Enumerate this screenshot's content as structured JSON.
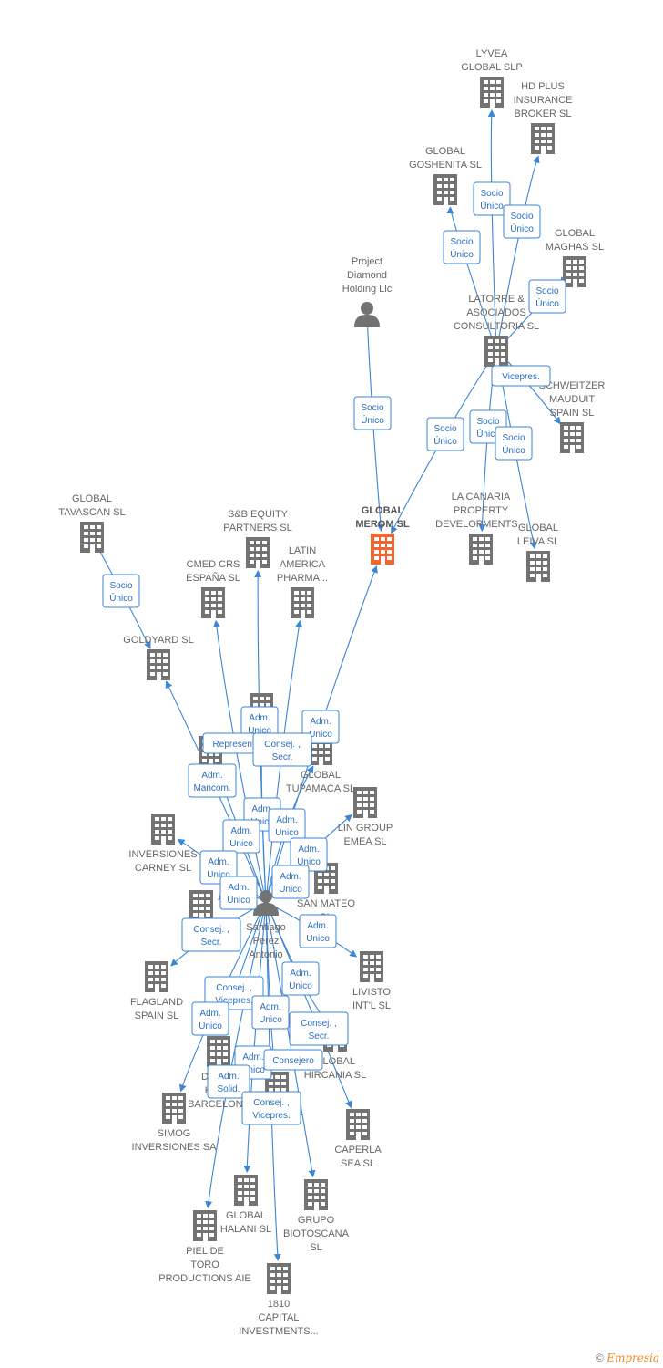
{
  "colors": {
    "node": "#737373",
    "focus": "#f26530",
    "edge": "#3b86d6",
    "edge_label": "#2a6fc0"
  },
  "footer": {
    "copyright": "©",
    "brand": "Empresia"
  },
  "nodes": [
    {
      "id": "lyvea",
      "type": "company",
      "lines": [
        "LYVEA",
        "GLOBAL  SLP"
      ]
    },
    {
      "id": "hdplus",
      "type": "company",
      "lines": [
        "HD PLUS",
        "INSURANCE",
        "BROKER  SL"
      ]
    },
    {
      "id": "goshenita",
      "type": "company",
      "lines": [
        "GLOBAL",
        "GOSHENITA SL"
      ]
    },
    {
      "id": "maghas",
      "type": "company",
      "lines": [
        "GLOBAL",
        "MAGHAS  SL"
      ]
    },
    {
      "id": "latorre",
      "type": "company",
      "lines": [
        "LATORRE &",
        "ASOCIADOS",
        "CONSULTORIA SL"
      ]
    },
    {
      "id": "schweitzer",
      "type": "company",
      "lines": [
        "SCHWEITZER",
        "MAUDUIT",
        "SPAIN SL"
      ]
    },
    {
      "id": "project",
      "type": "person",
      "lines": [
        "Project",
        "Diamond",
        "Holding Llc"
      ]
    },
    {
      "id": "merom",
      "type": "focus",
      "lines": [
        "GLOBAL",
        "MEROM  SL"
      ]
    },
    {
      "id": "canaria",
      "type": "company",
      "lines": [
        "LA CANARIA",
        "PROPERTY",
        "DEVELOPMENTS..."
      ]
    },
    {
      "id": "leiva",
      "type": "company",
      "lines": [
        "GLOBAL",
        "LEIVA  SL"
      ]
    },
    {
      "id": "tavascan",
      "type": "company",
      "lines": [
        "GLOBAL",
        "TAVASCAN  SL"
      ]
    },
    {
      "id": "sb",
      "type": "company",
      "lines": [
        "S&B EQUITY",
        "PARTNERS  SL"
      ]
    },
    {
      "id": "cmed",
      "type": "company",
      "lines": [
        "CMED CRS",
        "ESPAÑA  SL"
      ]
    },
    {
      "id": "latin",
      "type": "company",
      "lines": [
        "LATIN",
        "AMERICA",
        "PHARMA..."
      ]
    },
    {
      "id": "goldyard",
      "type": "company",
      "lines": [
        "GOLDYARD SL"
      ]
    },
    {
      "id": "n_hidden1",
      "type": "company",
      "lines": []
    },
    {
      "id": "n_hidden2",
      "type": "company",
      "lines": [
        "C"
      ]
    },
    {
      "id": "tupamaca",
      "type": "company",
      "lines": [
        "GLOBAL",
        "TUPAMACA SL"
      ]
    },
    {
      "id": "lingroup",
      "type": "company",
      "lines": [
        "LIN GROUP",
        "EMEA  SL"
      ]
    },
    {
      "id": "carney",
      "type": "company",
      "lines": [
        "INVERSIONES",
        "CARNEY  SL"
      ]
    },
    {
      "id": "sanmateo",
      "type": "company",
      "lines": [
        "SAN MATEO",
        "SL"
      ]
    },
    {
      "id": "cin",
      "type": "company",
      "lines": [
        "C",
        "CIN"
      ]
    },
    {
      "id": "santiago",
      "type": "person",
      "lines": [
        "Santiago",
        "Perez",
        "Antonio"
      ]
    },
    {
      "id": "livisto",
      "type": "company",
      "lines": [
        "LIVISTO",
        "INT'L  SL"
      ]
    },
    {
      "id": "flagland",
      "type": "company",
      "lines": [
        "FLAGLAND",
        "SPAIN SL"
      ]
    },
    {
      "id": "hotel",
      "type": "company",
      "lines": [
        "DESAR",
        "HOTE",
        "BARCELONA"
      ]
    },
    {
      "id": "hircania",
      "type": "company",
      "lines": [
        "GLOBAL",
        "HIRCANIA  SL"
      ]
    },
    {
      "id": "simog",
      "type": "company",
      "lines": [
        "SIMOG",
        "INVERSIONES SA"
      ]
    },
    {
      "id": "calima",
      "type": "company",
      "lines": [
        "CALIMA SL"
      ]
    },
    {
      "id": "caperla",
      "type": "company",
      "lines": [
        "CAPERLA",
        "SEA SL"
      ]
    },
    {
      "id": "halani",
      "type": "company",
      "lines": [
        "GLOBAL",
        "HALANI  SL"
      ]
    },
    {
      "id": "biotoscana",
      "type": "company",
      "lines": [
        "GRUPO",
        "BIOTOSCANA",
        "SL"
      ]
    },
    {
      "id": "pieldetoro",
      "type": "company",
      "lines": [
        "PIEL DE",
        "TORO",
        "PRODUCTIONS AIE"
      ]
    },
    {
      "id": "n1810",
      "type": "company",
      "lines": [
        "1810",
        "CAPITAL",
        "INVESTMENTS..."
      ]
    }
  ],
  "edges": [
    {
      "from": "latorre",
      "to": "lyvea",
      "lines": [
        "Socio",
        "Único"
      ]
    },
    {
      "from": "latorre",
      "to": "hdplus",
      "lines": [
        "Socio",
        "Único"
      ]
    },
    {
      "from": "latorre",
      "to": "goshenita",
      "lines": [
        "Socio",
        "Único"
      ]
    },
    {
      "from": "latorre",
      "to": "maghas",
      "lines": [
        "Socio",
        "Único"
      ]
    },
    {
      "from": "latorre",
      "to": "schweitzer",
      "lines": [
        "Vicepres."
      ]
    },
    {
      "from": "latorre",
      "to": "merom",
      "lines": [
        "Socio",
        "Único"
      ]
    },
    {
      "from": "latorre",
      "to": "canaria",
      "lines": [
        "Socio",
        "Único"
      ]
    },
    {
      "from": "latorre",
      "to": "leiva",
      "lines": [
        "Socio",
        "Único"
      ]
    },
    {
      "from": "project",
      "to": "merom",
      "lines": [
        "Socio",
        "Único"
      ]
    },
    {
      "from": "tavascan",
      "to": "goldyard",
      "lines": [
        "Socio",
        "Único"
      ]
    },
    {
      "from": "santiago",
      "to": "merom",
      "lines": [
        "Adm.",
        "Unico"
      ]
    },
    {
      "from": "santiago",
      "to": "sb",
      "lines": [
        "Adm.",
        "Unico"
      ]
    },
    {
      "from": "santiago",
      "to": "cmed",
      "lines": [
        "Represent."
      ]
    },
    {
      "from": "santiago",
      "to": "latin",
      "lines": [
        "Consej. ,",
        "Secr."
      ]
    },
    {
      "from": "santiago",
      "to": "goldyard",
      "lines": [
        "Adm.",
        "Mancom."
      ]
    },
    {
      "from": "santiago",
      "to": "n_hidden1",
      "lines": [
        "Adm.",
        "Unico"
      ]
    },
    {
      "from": "santiago",
      "to": "tupamaca",
      "lines": [
        "Adm.",
        "Unico"
      ]
    },
    {
      "from": "santiago",
      "to": "n_hidden2",
      "lines": [
        "Adm.",
        "Unico"
      ]
    },
    {
      "from": "santiago",
      "to": "lingroup",
      "lines": [
        "Adm.",
        "Unico"
      ]
    },
    {
      "from": "santiago",
      "to": "carney",
      "lines": [
        "Adm.",
        "Unico"
      ]
    },
    {
      "from": "santiago",
      "to": "sanmateo",
      "lines": [
        "Adm.",
        "Unico"
      ]
    },
    {
      "from": "santiago",
      "to": "cin",
      "lines": [
        "Adm.",
        "Unico"
      ]
    },
    {
      "from": "santiago",
      "to": "livisto",
      "lines": [
        "Adm.",
        "Unico"
      ]
    },
    {
      "from": "santiago",
      "to": "flagland",
      "lines": [
        "Consej. ,",
        "Secr."
      ]
    },
    {
      "from": "santiago",
      "to": "hircania",
      "lines": [
        "Adm.",
        "Unico"
      ]
    },
    {
      "from": "santiago",
      "to": "hotel",
      "lines": [
        "Consej. ,",
        "Vicepres."
      ]
    },
    {
      "from": "santiago",
      "to": "simog",
      "lines": [
        "Adm.",
        "Unico"
      ]
    },
    {
      "from": "santiago",
      "to": "calima",
      "lines": [
        "Adm.",
        "Unico"
      ]
    },
    {
      "from": "santiago",
      "to": "caperla",
      "lines": [
        "Consej. ,",
        "Secr."
      ]
    },
    {
      "from": "santiago",
      "to": "halani",
      "lines": [
        "Adm.",
        "Unico"
      ]
    },
    {
      "from": "santiago",
      "to": "biotoscana",
      "lines": [
        "Consejero"
      ]
    },
    {
      "from": "santiago",
      "to": "pieldetoro",
      "lines": [
        "Adm.",
        "Solid."
      ]
    },
    {
      "from": "santiago",
      "to": "n1810",
      "lines": [
        "Consej. ,",
        "Vicepres."
      ]
    }
  ]
}
